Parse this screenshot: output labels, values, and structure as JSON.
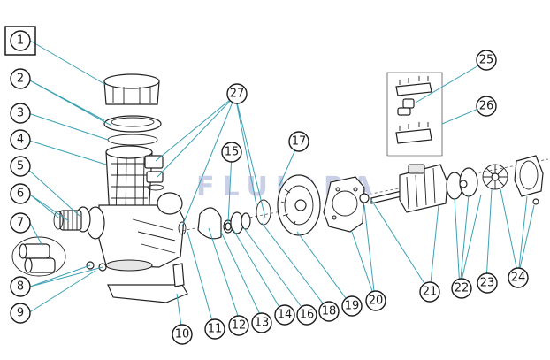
{
  "watermark": "FLUIDRA",
  "callouts": [
    "1",
    "2",
    "3",
    "4",
    "5",
    "6",
    "7",
    "8",
    "9",
    "10",
    "11",
    "12",
    "13",
    "14",
    "15",
    "16",
    "17",
    "18",
    "19",
    "20",
    "21",
    "22",
    "23",
    "24",
    "25",
    "26",
    "27"
  ],
  "colors": {
    "leader": "#3aa0b4",
    "line": "#222222",
    "watermark": "#c9cfe6"
  }
}
